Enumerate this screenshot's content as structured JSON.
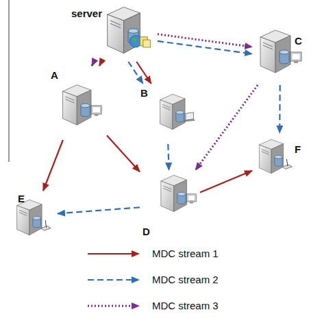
{
  "diagram": {
    "nodes": [
      {
        "text": [
          "server"
        ]
      },
      {
        "text": [
          "A"
        ]
      },
      {
        "text": [
          "B"
        ]
      },
      {
        "text": [
          "C"
        ]
      },
      {
        "text": [
          "D"
        ]
      },
      {
        "text": [
          "E"
        ]
      },
      {
        "text": [
          "F"
        ]
      }
    ],
    "edges": [
      {
        "from": 0,
        "to": 1,
        "arrow": "to"
      },
      {
        "from": 0,
        "to": 1,
        "arrow": "to"
      },
      {
        "from": 0,
        "to": 2,
        "arrow": "to"
      },
      {
        "from": 0,
        "to": 2,
        "arrow": "to"
      },
      {
        "from": 0,
        "to": 3,
        "arrow": "to"
      },
      {
        "from": 0,
        "to": 3,
        "arrow": "to"
      },
      {
        "from": 1,
        "to": 5,
        "arrow": "to"
      },
      {
        "from": 1,
        "to": 4,
        "arrow": "to"
      },
      {
        "from": 2,
        "to": 4,
        "arrow": "to"
      },
      {
        "from": 3,
        "to": 4,
        "arrow": "to"
      },
      {
        "from": 3,
        "to": 6,
        "arrow": "to"
      },
      {
        "from": 4,
        "to": 5,
        "arrow": "to"
      },
      {
        "from": 4,
        "to": 6,
        "arrow": "to"
      }
    ],
    "legend": [
      {
        "text": "MDC stream 1"
      },
      {
        "text": "MDC stream 2"
      },
      {
        "text": "MDC stream 3"
      }
    ]
  }
}
